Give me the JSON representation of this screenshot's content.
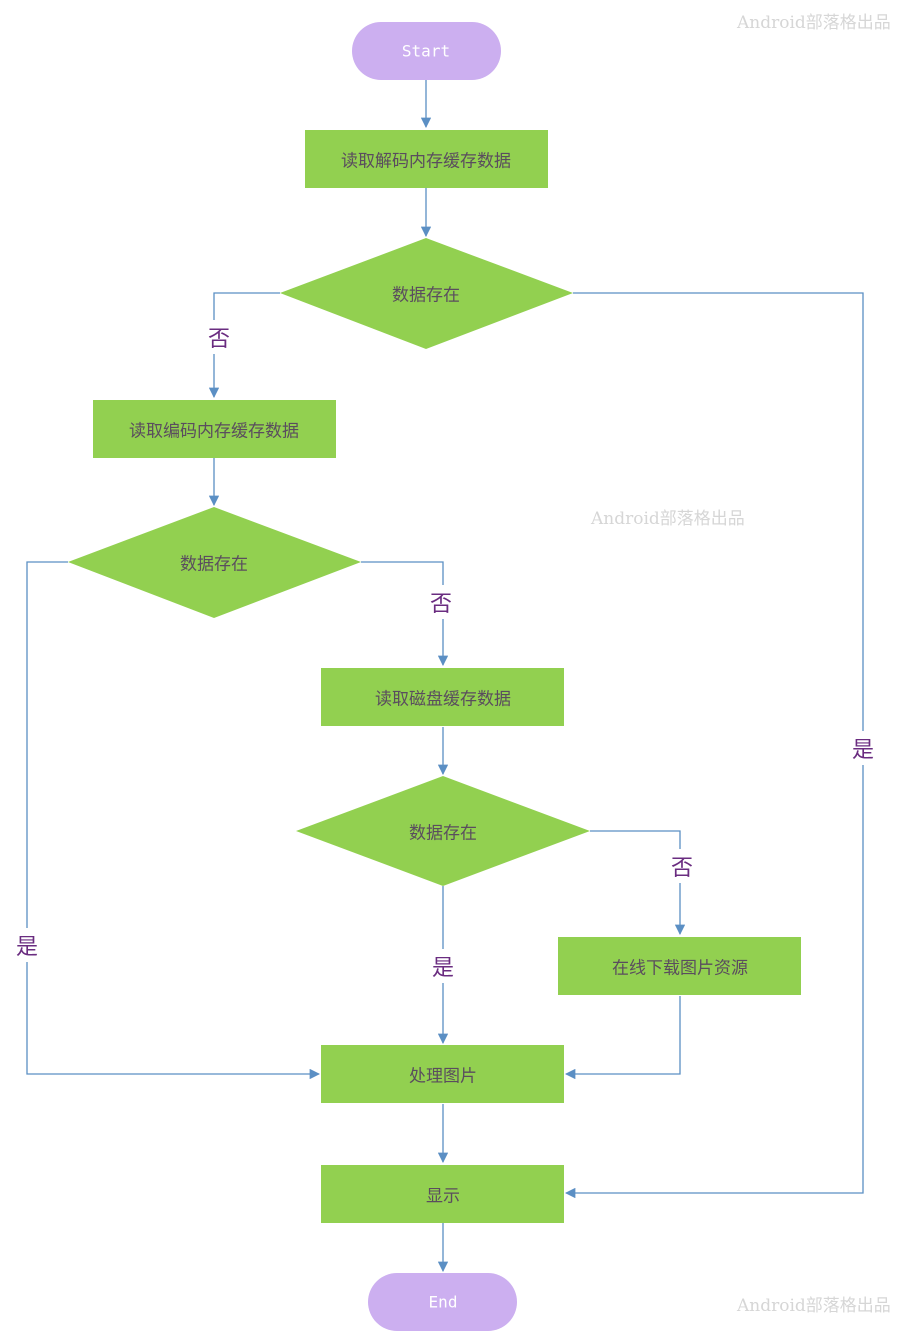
{
  "colors": {
    "process": "#92d050",
    "terminal": "#ccaff0",
    "connector": "#5b8fc4",
    "edge_label": "#6a2c80",
    "watermark": "#d6d6d6"
  },
  "nodes": {
    "start": "Start",
    "read_decoded_cache": "读取解码内存缓存数据",
    "check1": "数据存在",
    "read_encoded_cache": "读取编码内存缓存数据",
    "check2": "数据存在",
    "read_disk_cache": "读取磁盘缓存数据",
    "check3": "数据存在",
    "download_online": "在线下载图片资源",
    "process_image": "处理图片",
    "display": "显示",
    "end": "End"
  },
  "edge_labels": {
    "check1_no": "否",
    "check1_yes": "是",
    "check2_no": "否",
    "check2_yes": "是",
    "check3_no": "否",
    "check3_yes": "是"
  },
  "watermarks": [
    "Android部落格出品",
    "Android部落格出品",
    "Android部落格出品"
  ]
}
